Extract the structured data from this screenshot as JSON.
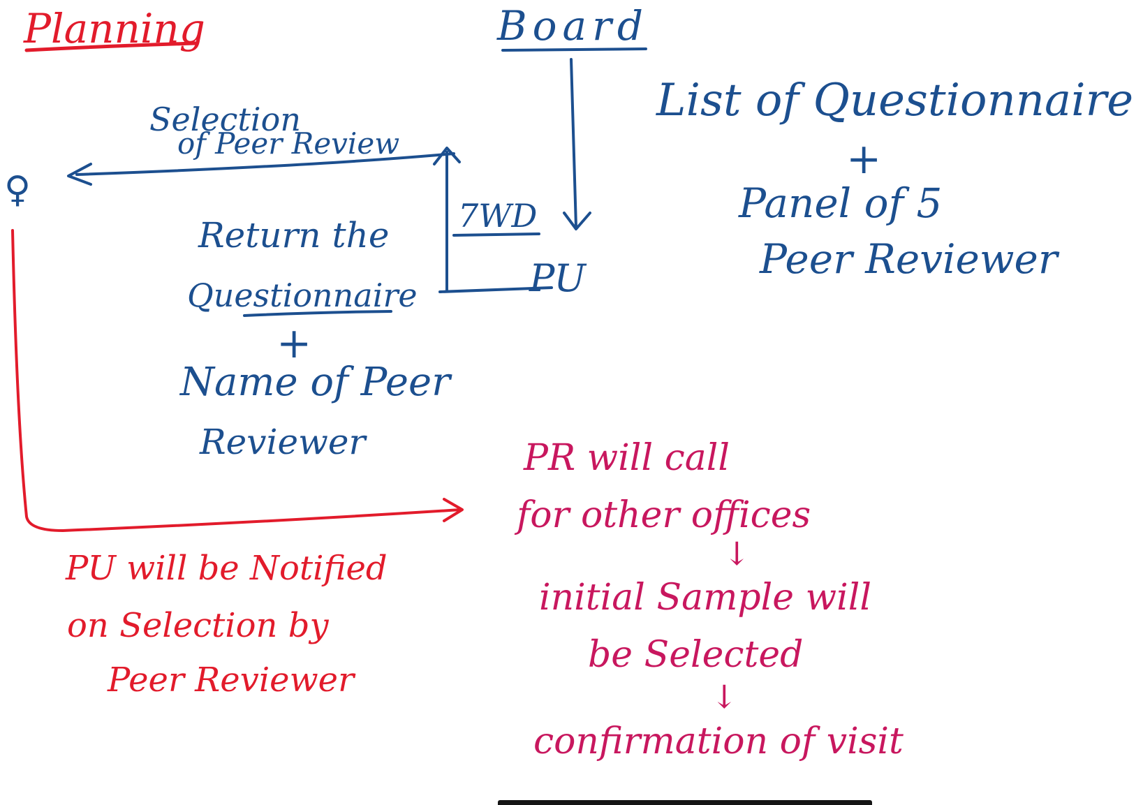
{
  "colors": {
    "blue_ink": "#1c4f8f",
    "red_ink": "#e21b2b",
    "magenta_ink": "#c8175e"
  },
  "headings": {
    "planning": "Planning",
    "board": "Board"
  },
  "flow": {
    "selection_line1": "Selection",
    "selection_line2": "of Peer Review",
    "return_line1": "Return the",
    "return_line2": "Questionnaire",
    "plus": "+",
    "name_line1": "Name of Peer",
    "name_line2": "Reviewer",
    "days": "7WD",
    "pu": "PU",
    "pu_symbol": "♀"
  },
  "board_output": {
    "list_line": "List of Questionnaire",
    "plus": "+",
    "panel_line1": "Panel of 5",
    "panel_line2": "Peer Reviewer"
  },
  "notification": {
    "line1": "PU will be Notified",
    "line2": "on Selection by",
    "line3": "Peer Reviewer"
  },
  "pr_steps": {
    "line1": "PR will call",
    "line2": "for other offices",
    "arrow1": "↓",
    "line3": "initial Sample will",
    "line4": "be Selected",
    "arrow2": "↓",
    "line5": "confirmation of visit"
  }
}
